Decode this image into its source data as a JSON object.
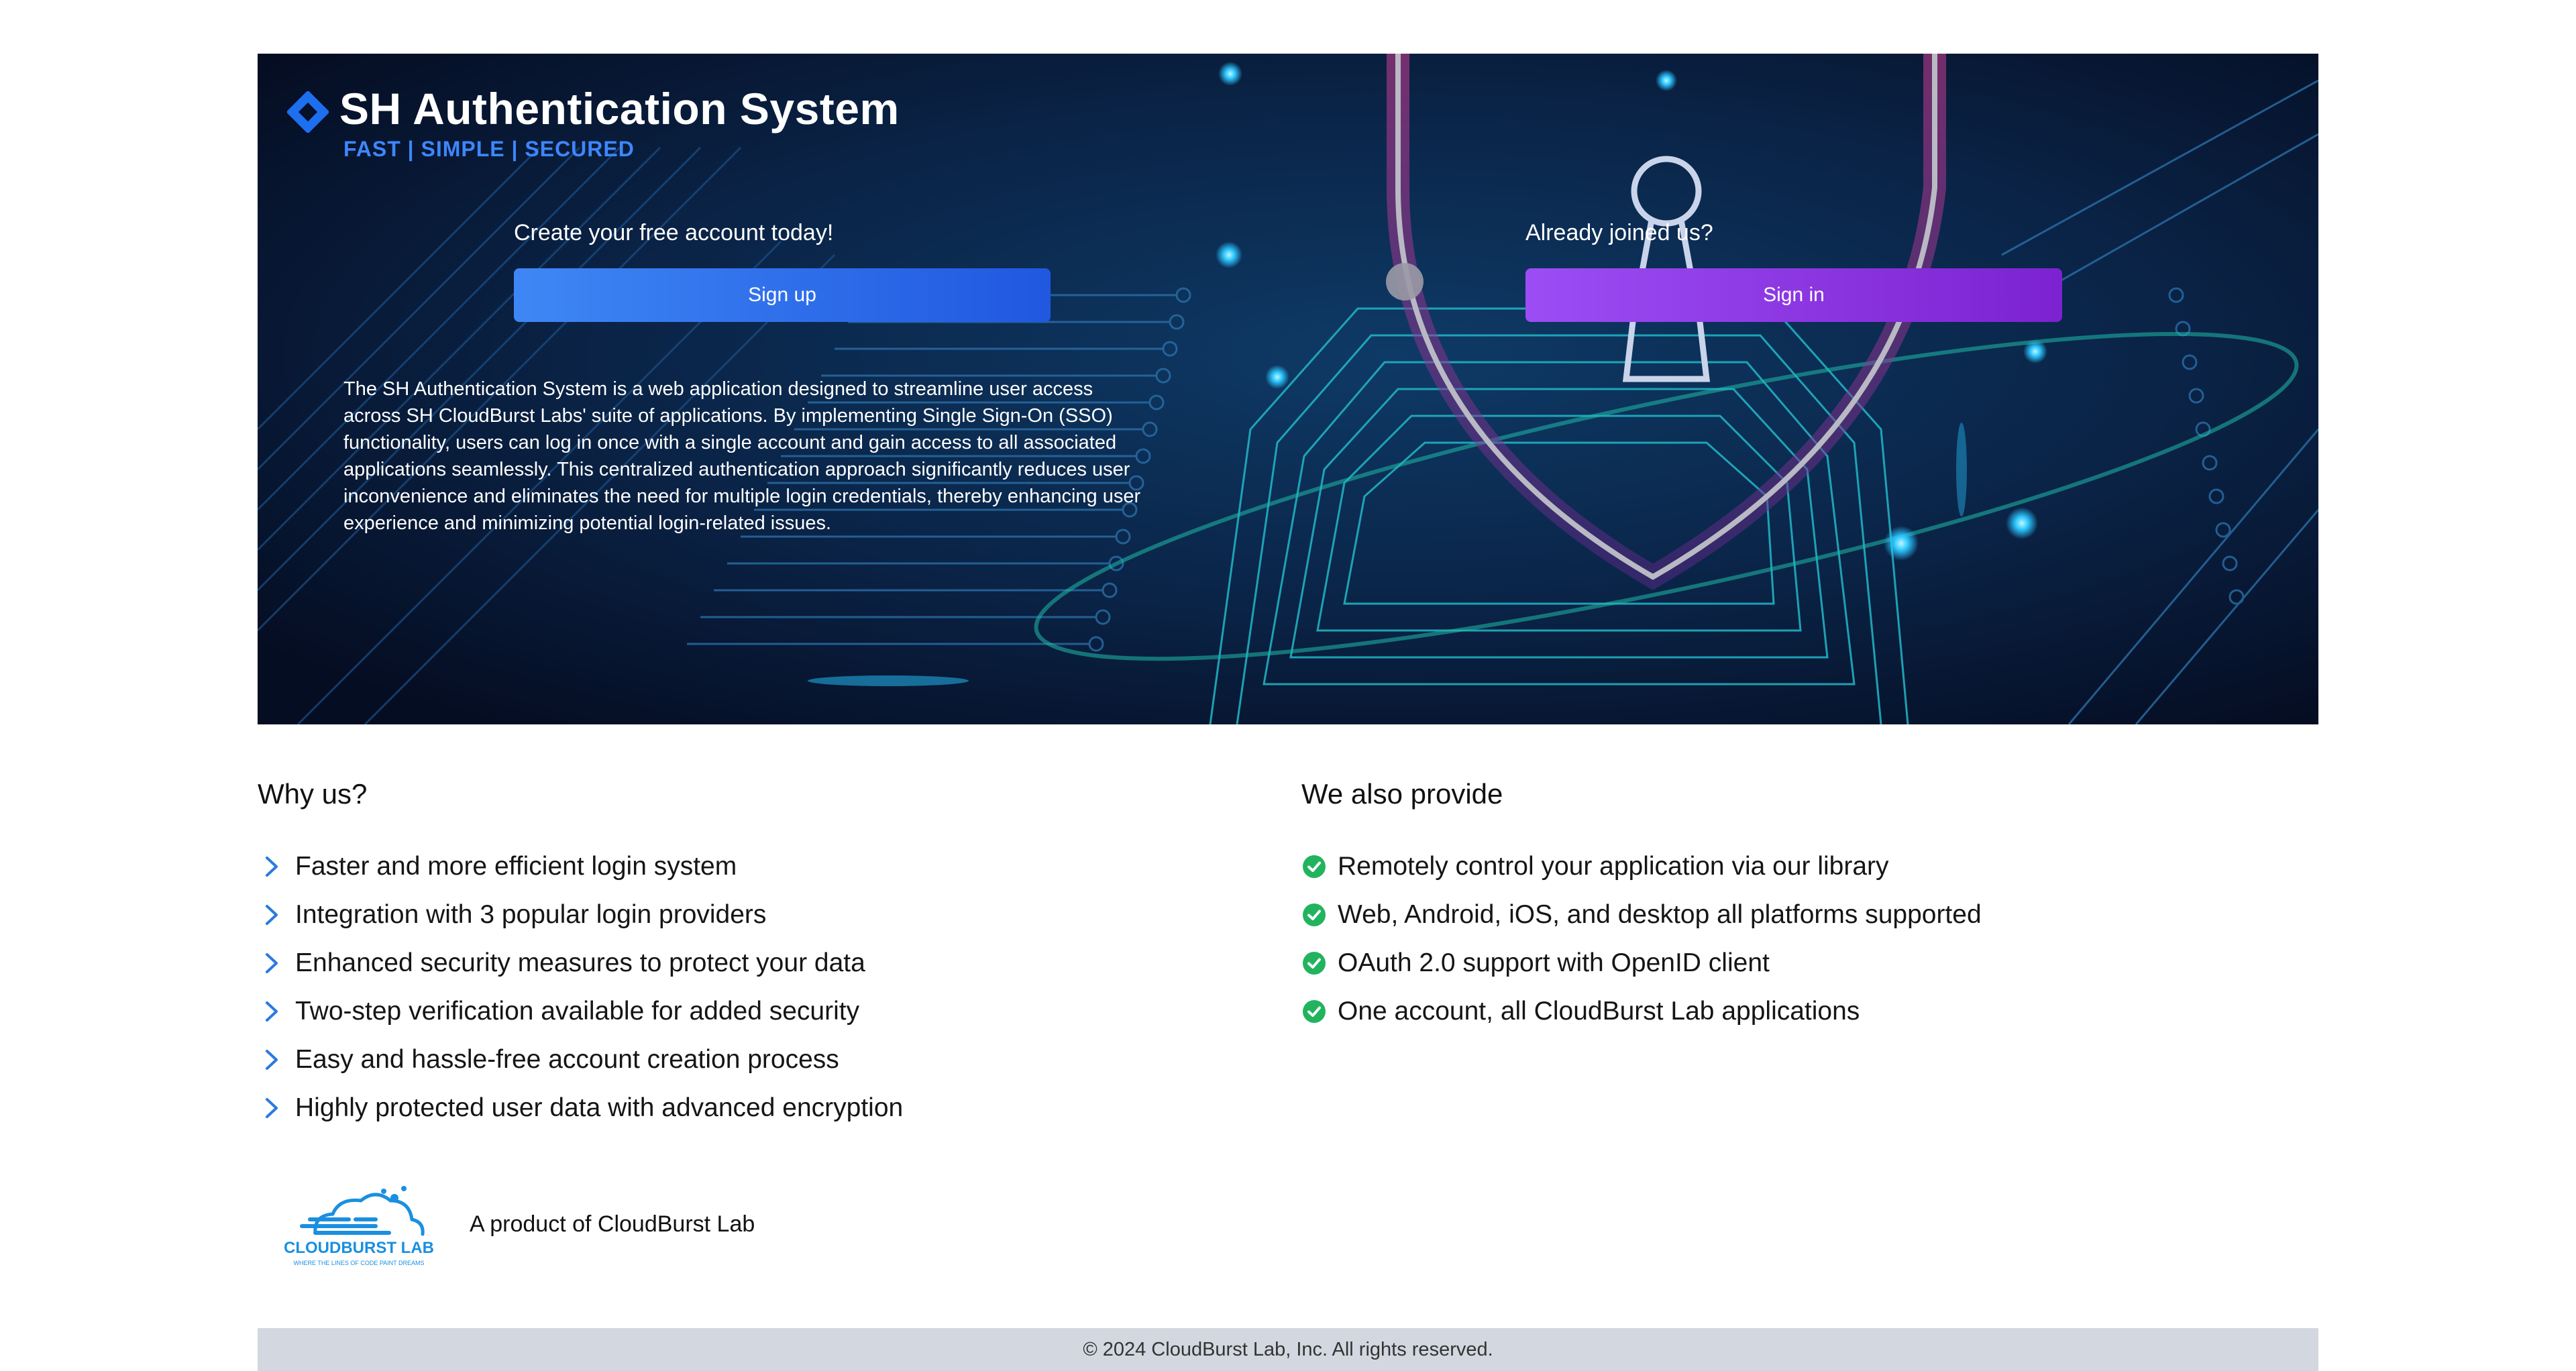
{
  "colors": {
    "accent_blue": "#3e86ff",
    "signup_button": "#2f6fee",
    "signin_button": "#8a35e0",
    "check_green": "#22b35e",
    "chevron_blue": "#2a7ae0",
    "footer_bg": "#d3d7df"
  },
  "hero": {
    "logo_icon": "diamond-logo-icon",
    "title": "SH Authentication System",
    "tagline": "FAST | SIMPLE | SECURED",
    "signup_prompt": "Create your free account today!",
    "signup_label": "Sign up",
    "signin_prompt": "Already joined us?",
    "signin_label": "Sign in",
    "description": "The SH Authentication System is a web application designed to streamline user access across SH CloudBurst Labs' suite of applications. By implementing Single Sign-On (SSO) functionality, users can log in once with a single account and gain access to all associated applications seamlessly. This centralized authentication approach significantly reduces user inconvenience and eliminates the need for multiple login credentials, thereby enhancing user experience and minimizing potential login-related issues."
  },
  "why_us": {
    "title": "Why us?",
    "icon": "chevron-right-icon",
    "items": [
      "Faster and more efficient login system",
      "Integration with 3 popular login providers",
      "Enhanced security measures to protect your data",
      "Two-step verification available for added security",
      "Easy and hassle-free account creation process",
      "Highly protected user data with advanced encryption"
    ]
  },
  "also_provide": {
    "title": "We also provide",
    "icon": "check-circle-icon",
    "items": [
      "Remotely control your application via our library",
      "Web, Android, iOS, and desktop all platforms supported",
      "OAuth 2.0 support with OpenID client",
      "One account, all CloudBurst Lab applications"
    ]
  },
  "product": {
    "logo_text": "CLOUDBURST LAB",
    "logo_subtext": "WHERE THE LINES OF CODE PAINT DREAMS",
    "text": "A product of CloudBurst Lab"
  },
  "footer": {
    "copyright": "© 2024 CloudBurst Lab, Inc. All rights reserved."
  }
}
